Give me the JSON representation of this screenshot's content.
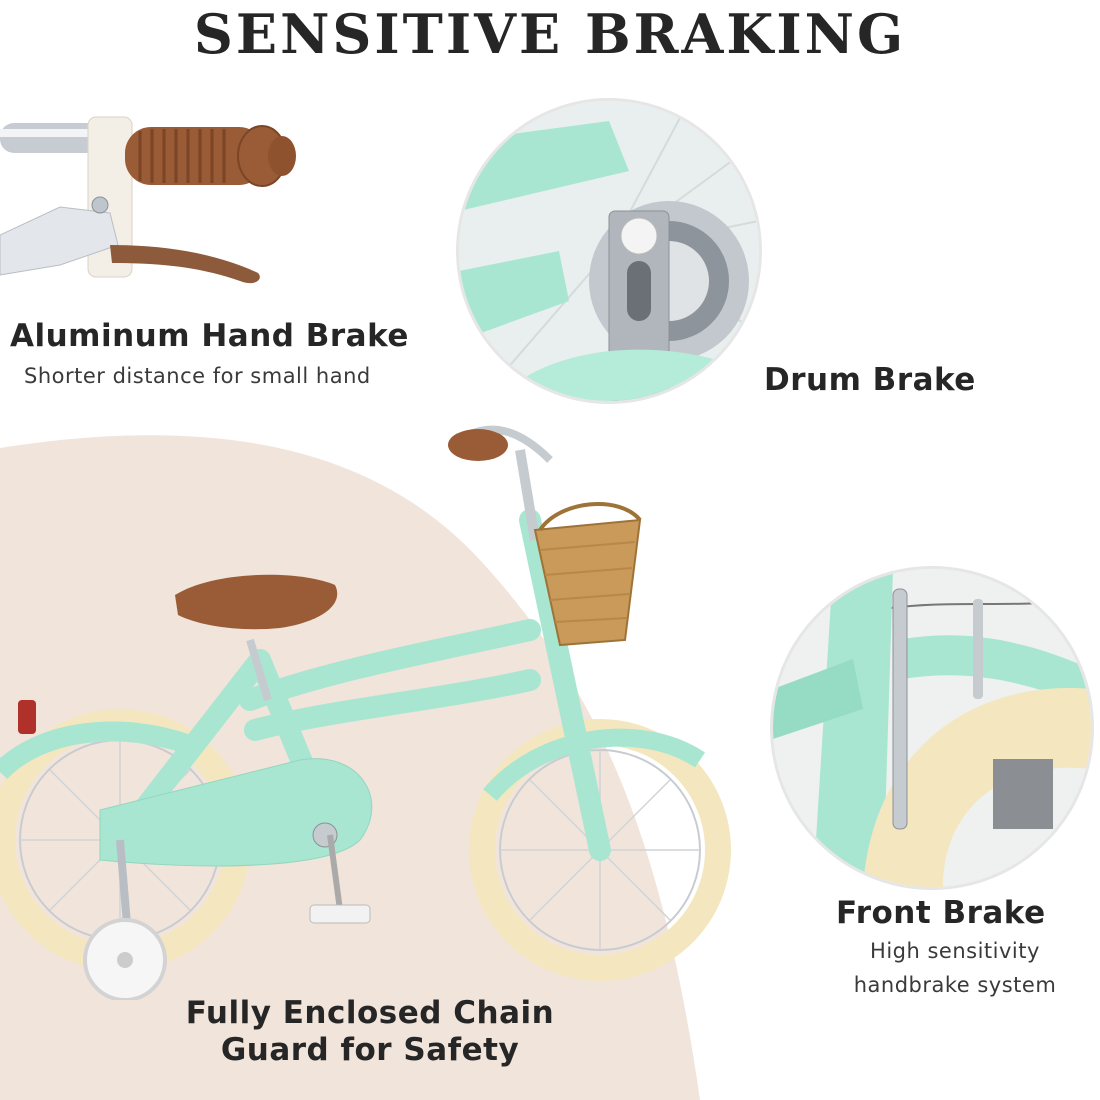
{
  "title": "SENSITIVE BRAKING",
  "hand_brake": {
    "label": "Aluminum Hand Brake",
    "sub": "Shorter distance for small hand"
  },
  "drum_brake": {
    "label": "Drum Brake"
  },
  "front_brake": {
    "label": "Front Brake",
    "sub_line1": "High sensitivity",
    "sub_line2": "handbrake system"
  },
  "chain_guard": {
    "line1": "Fully Enclosed Chain",
    "line2": "Guard for Safety"
  },
  "colors": {
    "mint": "#a8e6d2",
    "tire_cream": "#f4e7bf",
    "leather_brown": "#9a5c36",
    "backdrop_beige": "#f1e4db"
  }
}
